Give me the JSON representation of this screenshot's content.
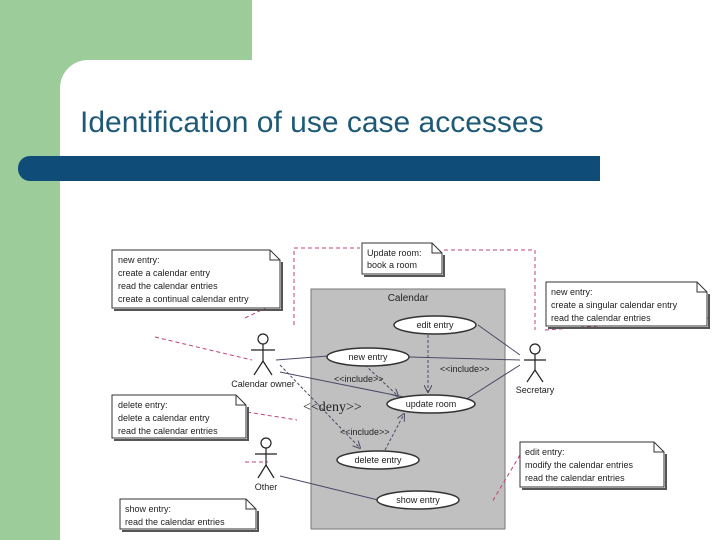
{
  "slide": {
    "title": "Identification of use case accesses",
    "colors": {
      "background_band": "#9ccc9a",
      "title_text": "#1e5a78",
      "title_bar": "#0f4c78",
      "system_box": "#c0c0c0"
    }
  },
  "diagram": {
    "system_name": "Calendar",
    "actors": {
      "calendar_owner": "Calendar owner",
      "secretary": "Secretary",
      "other": "Other"
    },
    "use_cases": {
      "edit_entry": "edit entry",
      "new_entry": "new entry",
      "update_room": "update room",
      "delete_entry": "delete entry",
      "show_entry": "show entry"
    },
    "stereotypes": {
      "include_1": "<<include>>",
      "include_2": "<<include>>",
      "include_3": "<<include>>",
      "deny": "<<deny>>"
    },
    "notes": {
      "update_room": [
        "Update room:",
        "book a room"
      ],
      "new_entry_owner": [
        "new entry:",
        "create a calendar entry",
        "read the calendar entries",
        "create a continual calendar entry"
      ],
      "new_entry_secretary": [
        "new entry:",
        "create a singular calendar entry",
        "read the calendar entries"
      ],
      "delete_entry": [
        "delete entry:",
        "delete a calendar entry",
        "read the calendar entries"
      ],
      "edit_entry": [
        "edit entry:",
        "modify the calendar entries",
        "read the calendar entries"
      ],
      "show_entry": [
        "show entry:",
        "read the calendar entries"
      ]
    }
  }
}
